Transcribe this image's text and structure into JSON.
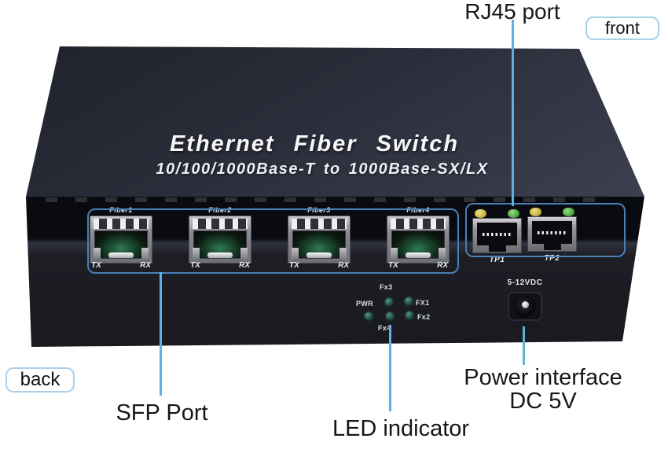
{
  "annotations": {
    "rj45_port": "RJ45 port",
    "front": "front",
    "back": "back",
    "sfp_port": "SFP Port",
    "led_indicator": "LED indicator",
    "power_interface_line1": "Power interface",
    "power_interface_line2": "DC 5V"
  },
  "device": {
    "title": "Ethernet Fiber Switch",
    "subtitle": "10/100/1000Base-T to 1000Base-SX/LX",
    "sfp_ports": [
      {
        "label": "Fiber1",
        "tx": "TX",
        "rx": "RX"
      },
      {
        "label": "Fiber2",
        "tx": "TX",
        "rx": "RX"
      },
      {
        "label": "Fiber3",
        "tx": "TX",
        "rx": "RX"
      },
      {
        "label": "Fiber4",
        "tx": "TX",
        "rx": "RX"
      }
    ],
    "rj45_ports": [
      {
        "label": "TP1"
      },
      {
        "label": "TP2"
      }
    ],
    "leds": {
      "fx3": "Fx3",
      "pwr": "PWR",
      "fx1": "FX1",
      "fx2": "Fx2",
      "fx4": "Fx4"
    },
    "power_jack_label": "5-12VDC"
  },
  "colors": {
    "callout_line": "#5fb0e0",
    "callout_box_border": "#a6d2e8",
    "port_highlight_outline": "#4a7fb8",
    "device_top": "#3c4050",
    "device_front": "#0a0b10",
    "rj45_led_yellow": "#c2b23a",
    "rj45_led_green": "#47a23e",
    "status_led": "#1d4038"
  }
}
